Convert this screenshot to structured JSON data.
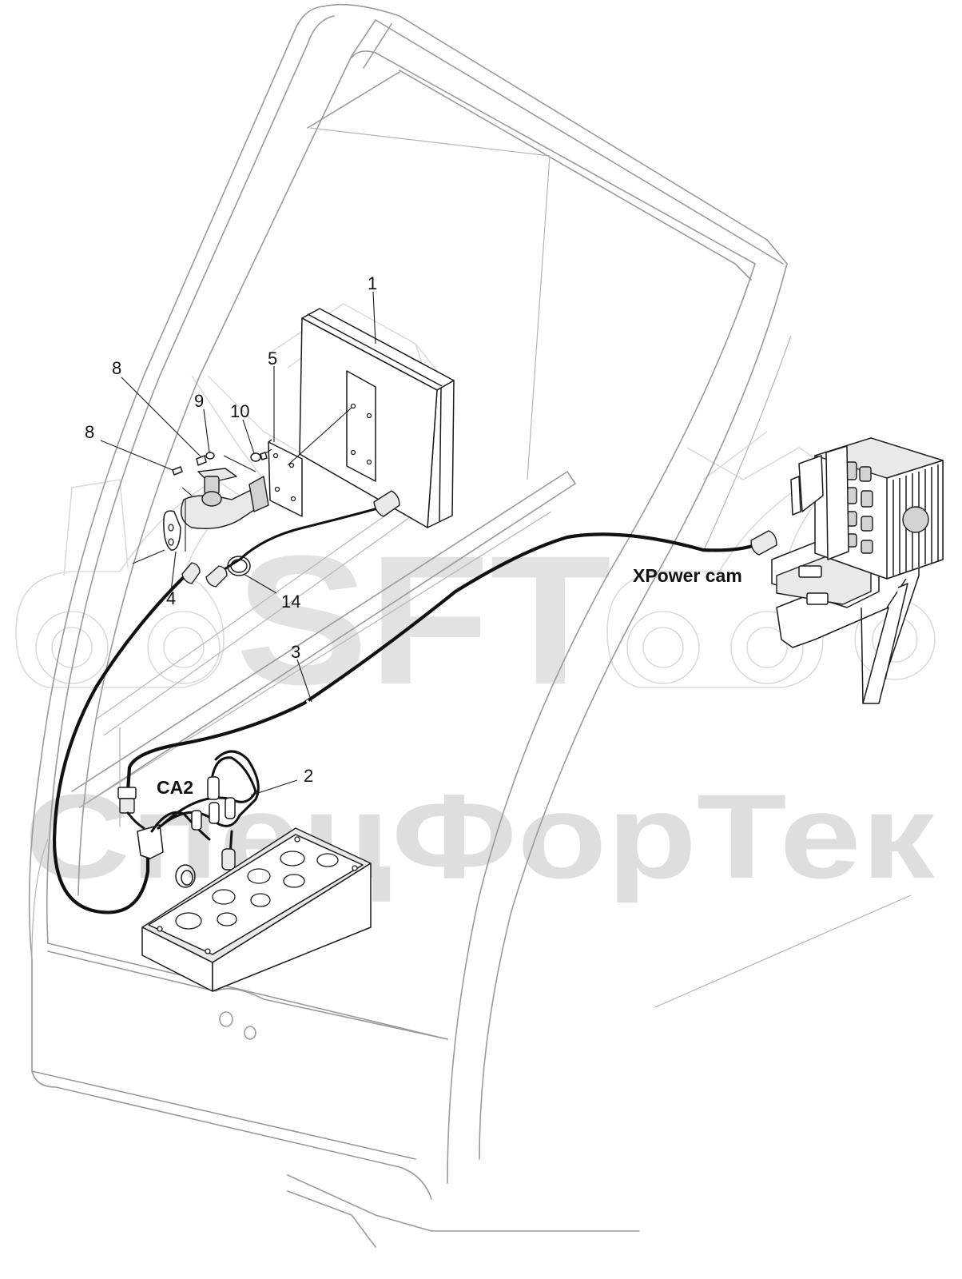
{
  "diagram": {
    "callouts": {
      "c1": "1",
      "c2": "2",
      "c3": "3",
      "c4": "4",
      "c5": "5",
      "c8a": "8",
      "c8b": "8",
      "c9": "9",
      "c10": "10",
      "c14": "14"
    },
    "tags": {
      "connector": "CA2",
      "device": "XPower cam"
    }
  },
  "watermark": {
    "logo": "SFT",
    "text": "СпецФорТек"
  },
  "colors": {
    "cab_lines": "#9a9a9a",
    "parts": "#1a1a1a",
    "watermark": "#d6d6d6"
  }
}
